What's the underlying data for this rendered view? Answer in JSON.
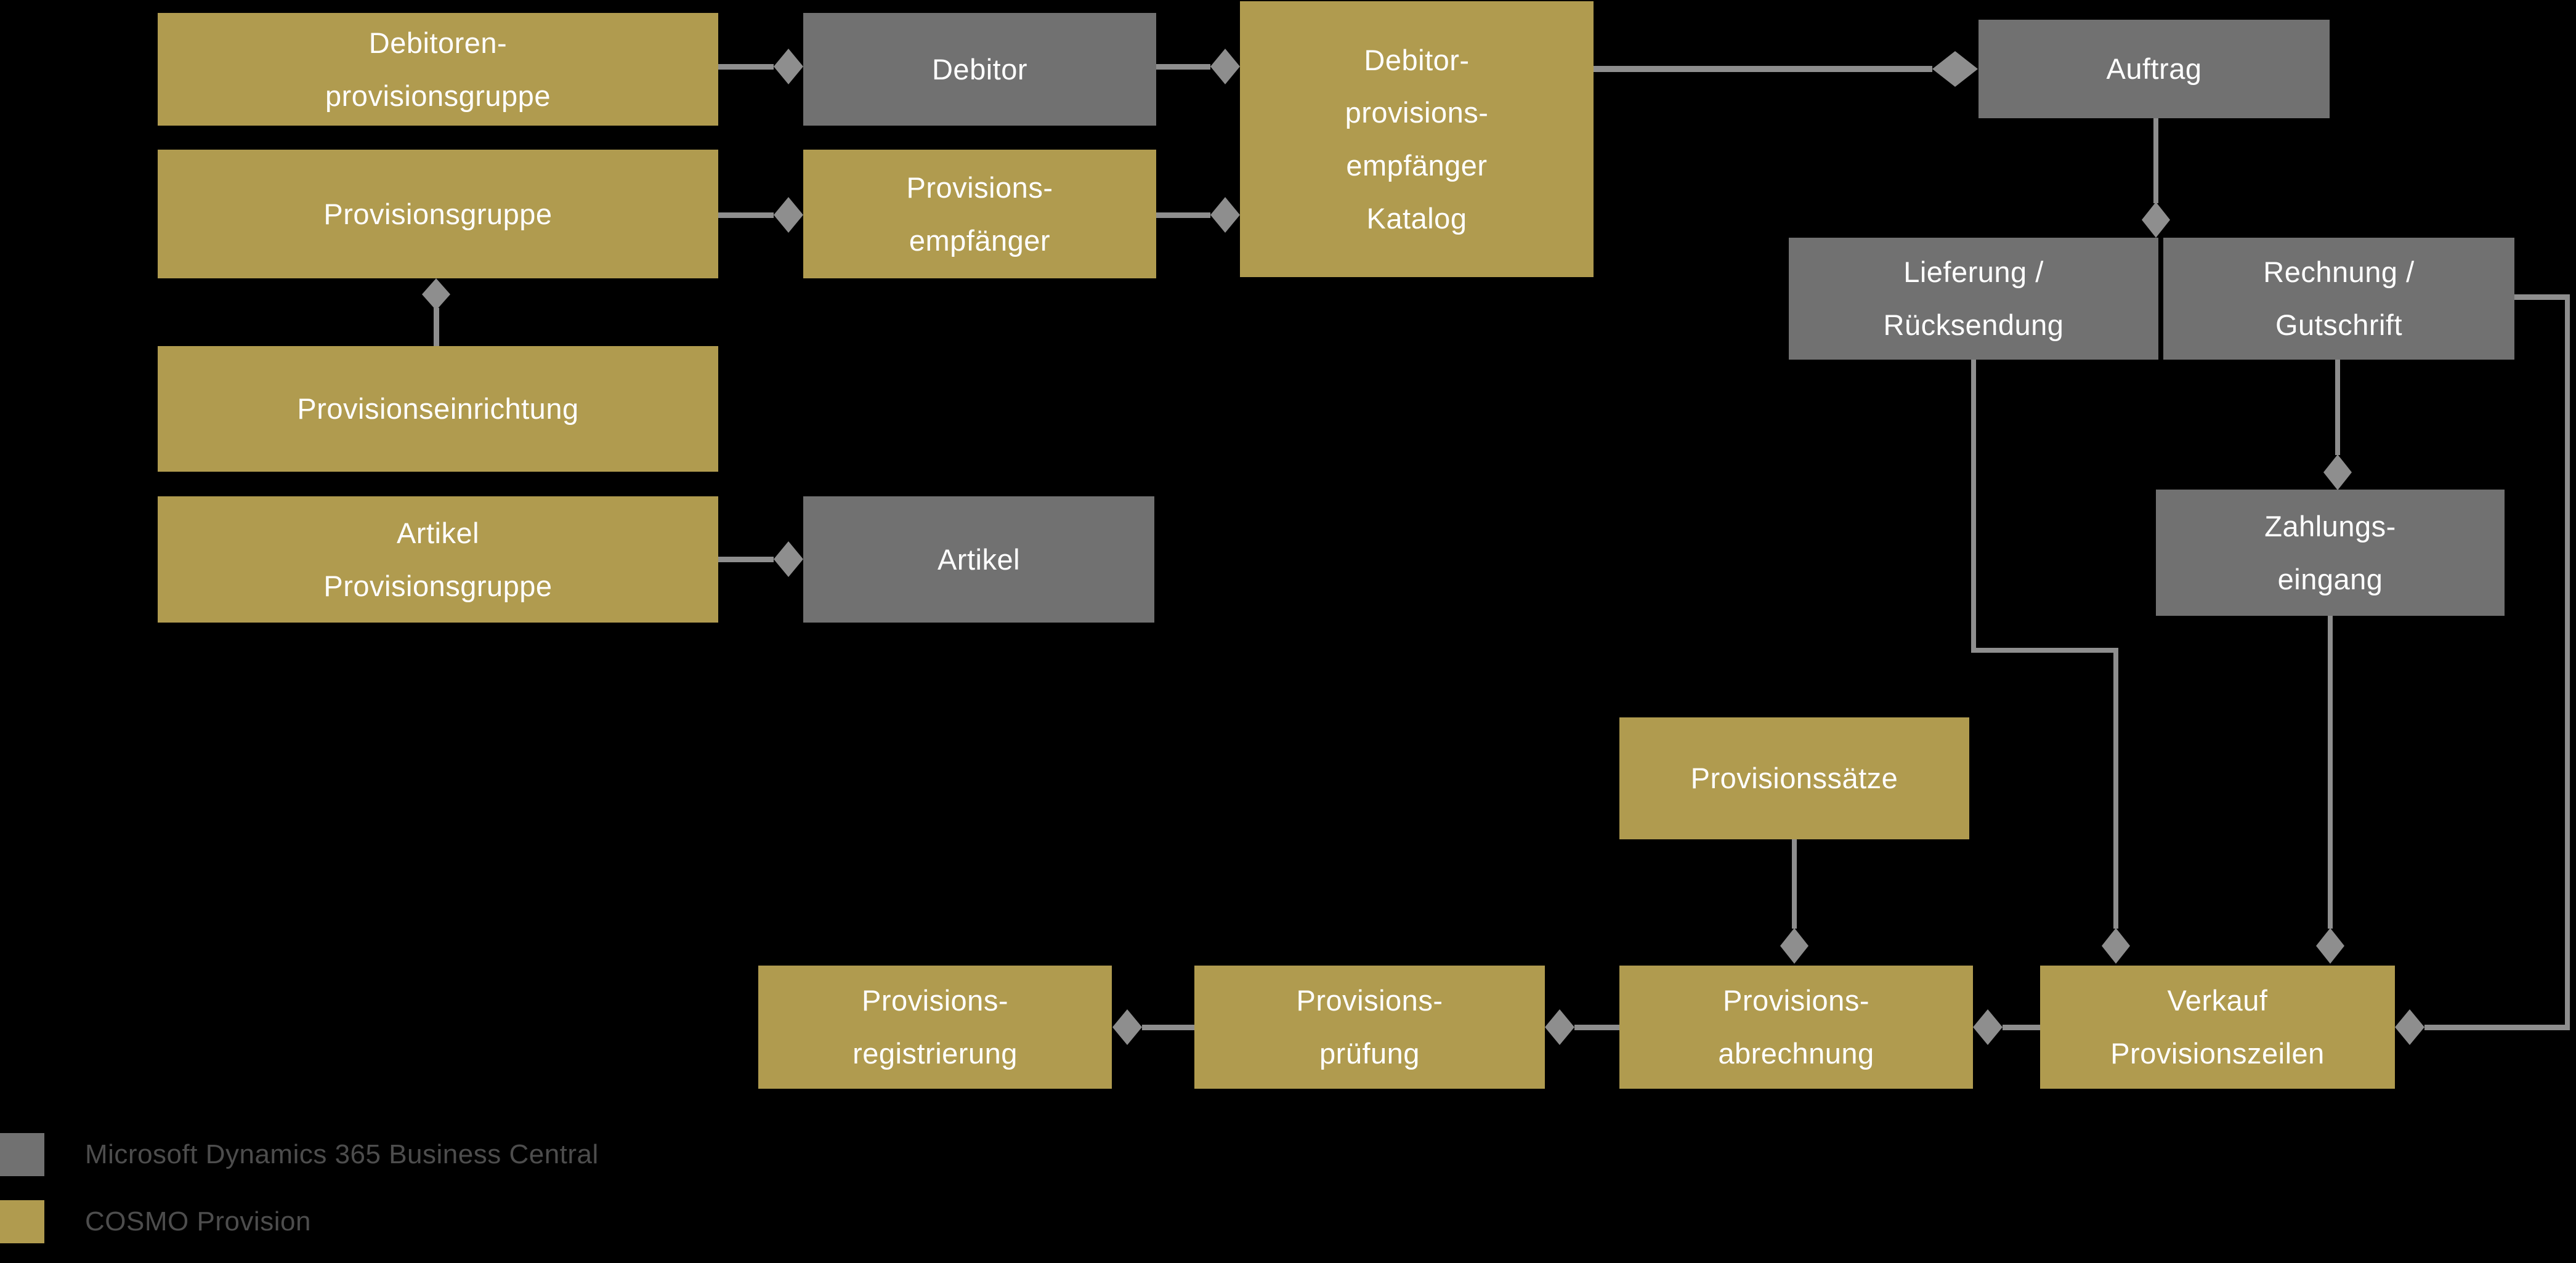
{
  "theme": {
    "gold": "#B09B4F",
    "gray": "#717171",
    "line": "#8E8E8E",
    "background": "#000000",
    "node_text": "#FFFFFF",
    "legend_text": "#4D4D4D"
  },
  "diagram": {
    "nodes": {
      "debitoren_provisionsgruppe": {
        "label": "Debitoren-\nprovisionsgruppe",
        "type": "cosmo",
        "color": "#B09B4F"
      },
      "provisionsgruppe": {
        "label": "Provisionsgruppe",
        "type": "cosmo",
        "color": "#B09B4F"
      },
      "provisionseinrichtung": {
        "label": "Provisionseinrichtung",
        "type": "cosmo",
        "color": "#B09B4F"
      },
      "artikel_provisionsgruppe": {
        "label": "Artikel\nProvisionsgruppe",
        "type": "cosmo",
        "color": "#B09B4F"
      },
      "debitor": {
        "label": "Debitor",
        "type": "bc",
        "color": "#717171"
      },
      "provisions_empfaenger": {
        "label": "Provisions-\nempfänger",
        "type": "cosmo",
        "color": "#B09B4F"
      },
      "artikel": {
        "label": "Artikel",
        "type": "bc",
        "color": "#717171"
      },
      "debitor_provisions_empfaenger_katalog": {
        "label": "Debitor-\nprovisions-\nempfänger\nKatalog",
        "type": "cosmo",
        "color": "#B09B4F"
      },
      "auftrag": {
        "label": "Auftrag",
        "type": "bc",
        "color": "#717171"
      },
      "lieferung_ruecksendung": {
        "label": "Lieferung /\nRücksendung",
        "type": "bc",
        "color": "#717171"
      },
      "rechnung_gutschrift": {
        "label": "Rechnung /\nGutschrift",
        "type": "bc",
        "color": "#717171"
      },
      "zahlungseingang": {
        "label": "Zahlungs-\neingang",
        "type": "bc",
        "color": "#717171"
      },
      "provisionssaetze": {
        "label": "Provisionssätze",
        "type": "cosmo",
        "color": "#B09B4F"
      },
      "provisions_registrierung": {
        "label": "Provisions-\nregistrierung",
        "type": "cosmo",
        "color": "#B09B4F"
      },
      "provisions_pruefung": {
        "label": "Provisions-\nprüfung",
        "type": "cosmo",
        "color": "#B09B4F"
      },
      "provisions_abrechnung": {
        "label": "Provisions-\nabrechnung",
        "type": "cosmo",
        "color": "#B09B4F"
      },
      "verkauf_provisionszeilen": {
        "label": "Verkauf\nProvisionszeilen",
        "type": "cosmo",
        "color": "#B09B4F"
      }
    },
    "edges": [
      {
        "from": "debitoren_provisionsgruppe",
        "to": "debitor"
      },
      {
        "from": "provisionsgruppe",
        "to": "provisions_empfaenger"
      },
      {
        "from": "provisionseinrichtung",
        "to": "provisionsgruppe"
      },
      {
        "from": "artikel_provisionsgruppe",
        "to": "artikel"
      },
      {
        "from": "debitor",
        "to": "debitor_provisions_empfaenger_katalog"
      },
      {
        "from": "provisions_empfaenger",
        "to": "debitor_provisions_empfaenger_katalog"
      },
      {
        "from": "debitor_provisions_empfaenger_katalog",
        "to": "auftrag"
      },
      {
        "from": "auftrag",
        "to": "lieferung_ruecksendung"
      },
      {
        "from": "auftrag",
        "to": "rechnung_gutschrift"
      },
      {
        "from": "rechnung_gutschrift",
        "to": "zahlungseingang"
      },
      {
        "from": "lieferung_ruecksendung",
        "to": "verkauf_provisionszeilen"
      },
      {
        "from": "zahlungseingang",
        "to": "verkauf_provisionszeilen"
      },
      {
        "from": "rechnung_gutschrift",
        "to": "verkauf_provisionszeilen"
      },
      {
        "from": "provisionssaetze",
        "to": "provisions_abrechnung"
      },
      {
        "from": "verkauf_provisionszeilen",
        "to": "provisions_abrechnung"
      },
      {
        "from": "provisions_abrechnung",
        "to": "provisions_pruefung"
      },
      {
        "from": "provisions_pruefung",
        "to": "provisions_registrierung"
      }
    ]
  },
  "legend": {
    "items": [
      {
        "label": "Microsoft Dynamics 365 Business Central",
        "color": "#717171"
      },
      {
        "label": "COSMO Provision",
        "color": "#B09B4F"
      }
    ]
  }
}
